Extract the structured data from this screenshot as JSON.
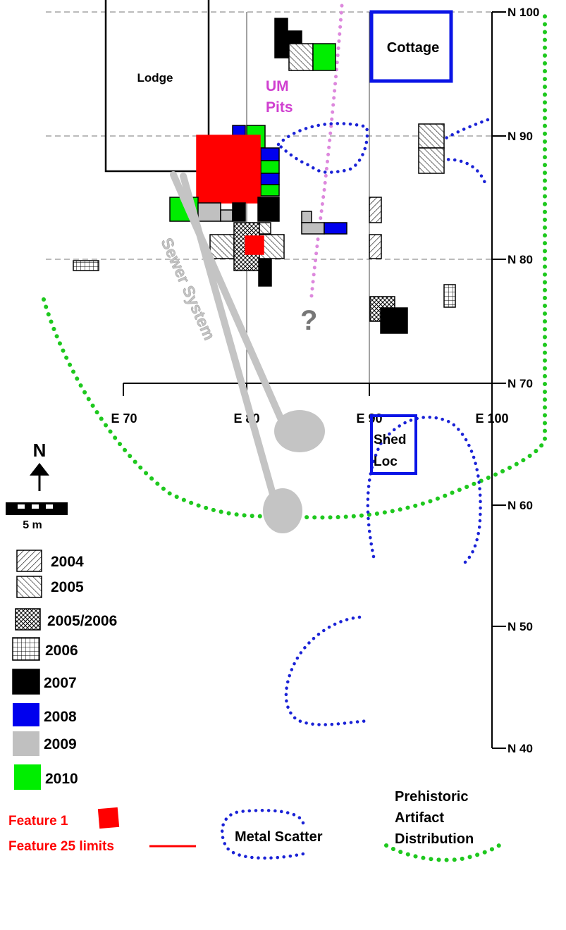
{
  "grid": {
    "northing_labels": [
      "N 100",
      "N 90",
      "N 80",
      "N 70",
      "N 60",
      "N 50",
      "N 40"
    ],
    "easting_labels": [
      "E 70",
      "E 80",
      "E 90",
      "E 100"
    ]
  },
  "structures": {
    "lodge": "Lodge",
    "cottage": "Cottage",
    "shed_line1": "Shed",
    "shed_line2": "Loc"
  },
  "annotations": {
    "um_pits_line1": "UM",
    "um_pits_line2": "Pits",
    "sewer": "Sewer System",
    "unknown": "?"
  },
  "north_arrow": {
    "label": "N",
    "icon": "north-arrow-icon"
  },
  "scale_bar": {
    "label": "5 m"
  },
  "legend": {
    "years": [
      {
        "label": "2004",
        "pattern": "fwd-diagonal"
      },
      {
        "label": "2005",
        "pattern": "back-diagonal"
      },
      {
        "label": "2005/2006",
        "pattern": "crosshatch"
      },
      {
        "label": "2006",
        "pattern": "grid"
      },
      {
        "label": "2007",
        "color": "#000000"
      },
      {
        "label": "2008",
        "color": "#0000ee"
      },
      {
        "label": "2009",
        "color": "#c0c0c0"
      },
      {
        "label": "2010",
        "color": "#00ee00"
      }
    ],
    "feature1": {
      "label": "Feature 1",
      "color": "#ff0000"
    },
    "feature25": {
      "label": "Feature 25 limits",
      "color": "#ff0000"
    },
    "metal_scatter": {
      "label": "Metal Scatter",
      "color": "#1a22d6"
    },
    "prehistoric": {
      "line1": "Prehistoric",
      "line2": "Artifact",
      "line3": "Distribution",
      "color": "#1ec81e"
    }
  },
  "colors": {
    "um_pits": "#d040d0",
    "um_pits_line": "#dd88dd",
    "sewer": "#c4c4c4",
    "structure_outline_blue": "#0a14e6",
    "feature_red": "#ff0000"
  }
}
